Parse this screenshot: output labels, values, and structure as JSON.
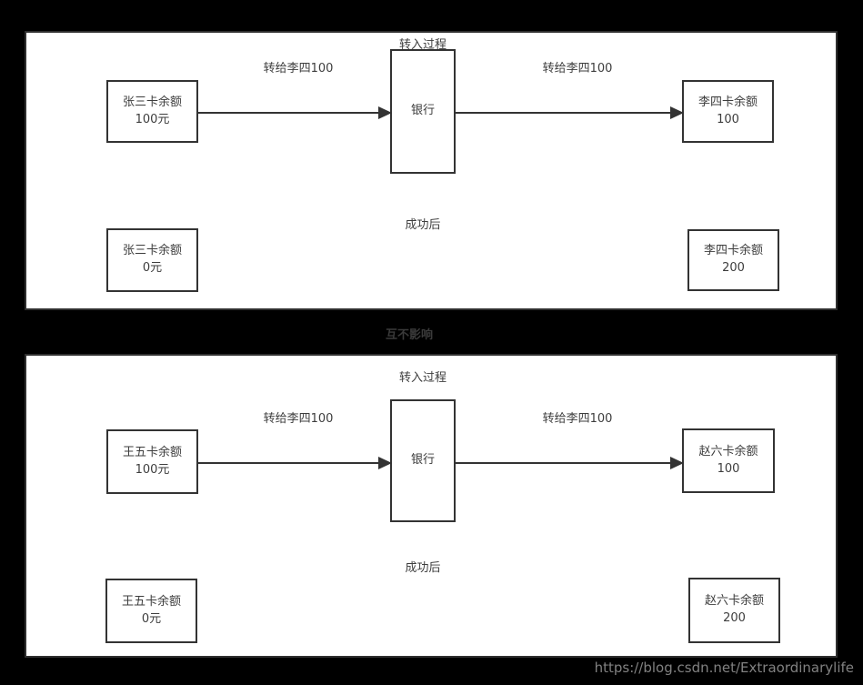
{
  "colors": {
    "page_background": "#000000",
    "panel_background": "#ffffff",
    "border": "#333333",
    "text": "#3d3d3d",
    "divider_text": "#3a3a3a",
    "watermark_text": "#818181"
  },
  "divider_label": "互不影响",
  "watermark": "https://blog.csdn.net/Extraordinarylife",
  "panels": [
    {
      "title": "转入过程",
      "bank_label": "银行",
      "transfer_label_left": "转给李四100",
      "transfer_label_right": "转给李四100",
      "after_label": "成功后",
      "before": {
        "sender": {
          "line1": "张三卡余额",
          "line2": "100元"
        },
        "receiver": {
          "line1": "李四卡余额",
          "line2": "100"
        }
      },
      "after": {
        "sender": {
          "line1": "张三卡余额",
          "line2": "0元"
        },
        "receiver": {
          "line1": "李四卡余额",
          "line2": "200"
        }
      }
    },
    {
      "title": "转入过程",
      "bank_label": "银行",
      "transfer_label_left": "转给李四100",
      "transfer_label_right": "转给李四100",
      "after_label": "成功后",
      "before": {
        "sender": {
          "line1": "王五卡余额",
          "line2": "100元"
        },
        "receiver": {
          "line1": "赵六卡余额",
          "line2": "100"
        }
      },
      "after": {
        "sender": {
          "line1": "王五卡余额",
          "line2": "0元"
        },
        "receiver": {
          "line1": "赵六卡余额",
          "line2": "200"
        }
      }
    }
  ]
}
